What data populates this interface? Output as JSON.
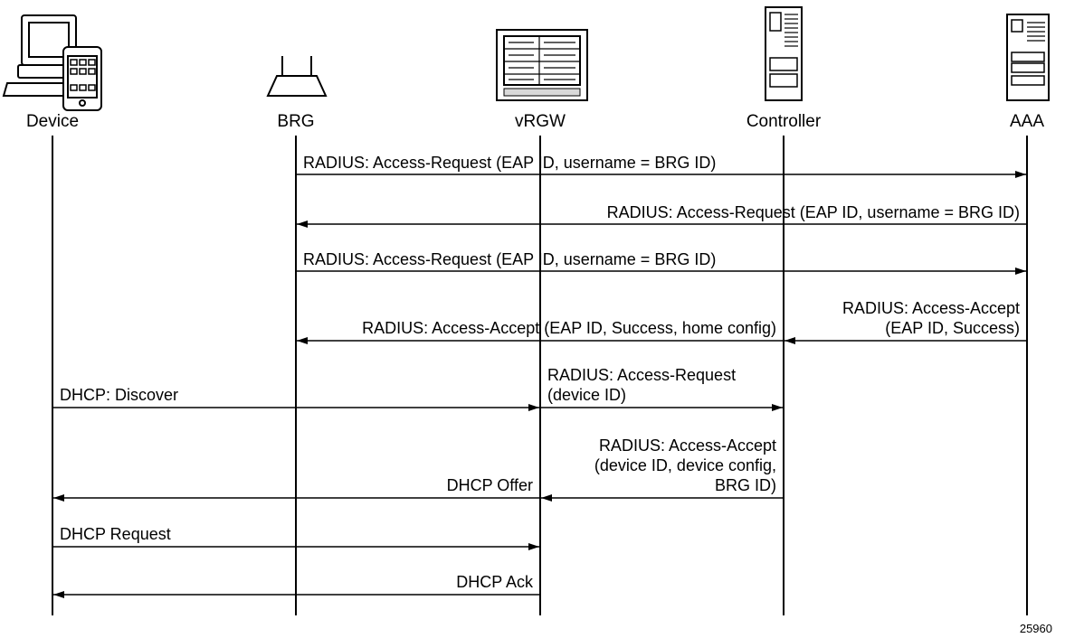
{
  "entities": [
    {
      "key": "device",
      "label": "Device",
      "icon": "computer-phone-icon"
    },
    {
      "key": "brg",
      "label": "BRG",
      "icon": "router-icon"
    },
    {
      "key": "vrgw",
      "label": "vRGW",
      "icon": "rack-chassis-icon"
    },
    {
      "key": "controller",
      "label": "Controller",
      "icon": "tower-server-icon"
    },
    {
      "key": "aaa",
      "label": "AAA",
      "icon": "tower-server-icon"
    }
  ],
  "messages": [
    {
      "from": "brg",
      "to": "aaa",
      "lines": [
        "RADIUS: Access-Request (EAP ID, username = BRG ID)"
      ]
    },
    {
      "from": "aaa",
      "to": "brg",
      "lines": [
        "RADIUS: Access-Request (EAP ID, username = BRG ID)"
      ]
    },
    {
      "from": "brg",
      "to": "aaa",
      "lines": [
        "RADIUS: Access-Request (EAP ID, username = BRG ID)"
      ]
    },
    {
      "from": "aaa",
      "to": "controller",
      "lines": [
        "RADIUS: Access-Accept",
        "(EAP ID, Success)"
      ]
    },
    {
      "from": "controller",
      "to": "brg",
      "lines": [
        "RADIUS: Access-Accept (EAP ID, Success, home config)"
      ]
    },
    {
      "from": "device",
      "to": "vrgw",
      "lines": [
        "DHCP: Discover"
      ]
    },
    {
      "from": "vrgw",
      "to": "controller",
      "lines": [
        "RADIUS: Access-Request",
        "(device ID)"
      ]
    },
    {
      "from": "controller",
      "to": "vrgw",
      "lines": [
        "RADIUS: Access-Accept",
        "(device ID, device config,",
        "BRG ID)"
      ]
    },
    {
      "from": "vrgw",
      "to": "device",
      "lines": [
        "DHCP Offer"
      ]
    },
    {
      "from": "device",
      "to": "vrgw",
      "lines": [
        "DHCP Request"
      ]
    },
    {
      "from": "vrgw",
      "to": "device",
      "lines": [
        "DHCP Ack"
      ]
    }
  ],
  "figure_id": "25960",
  "colors": {
    "line": "#000000",
    "icon_fill": "#ffffff",
    "icon_shade": "#d9d9d9",
    "background": "#ffffff"
  }
}
